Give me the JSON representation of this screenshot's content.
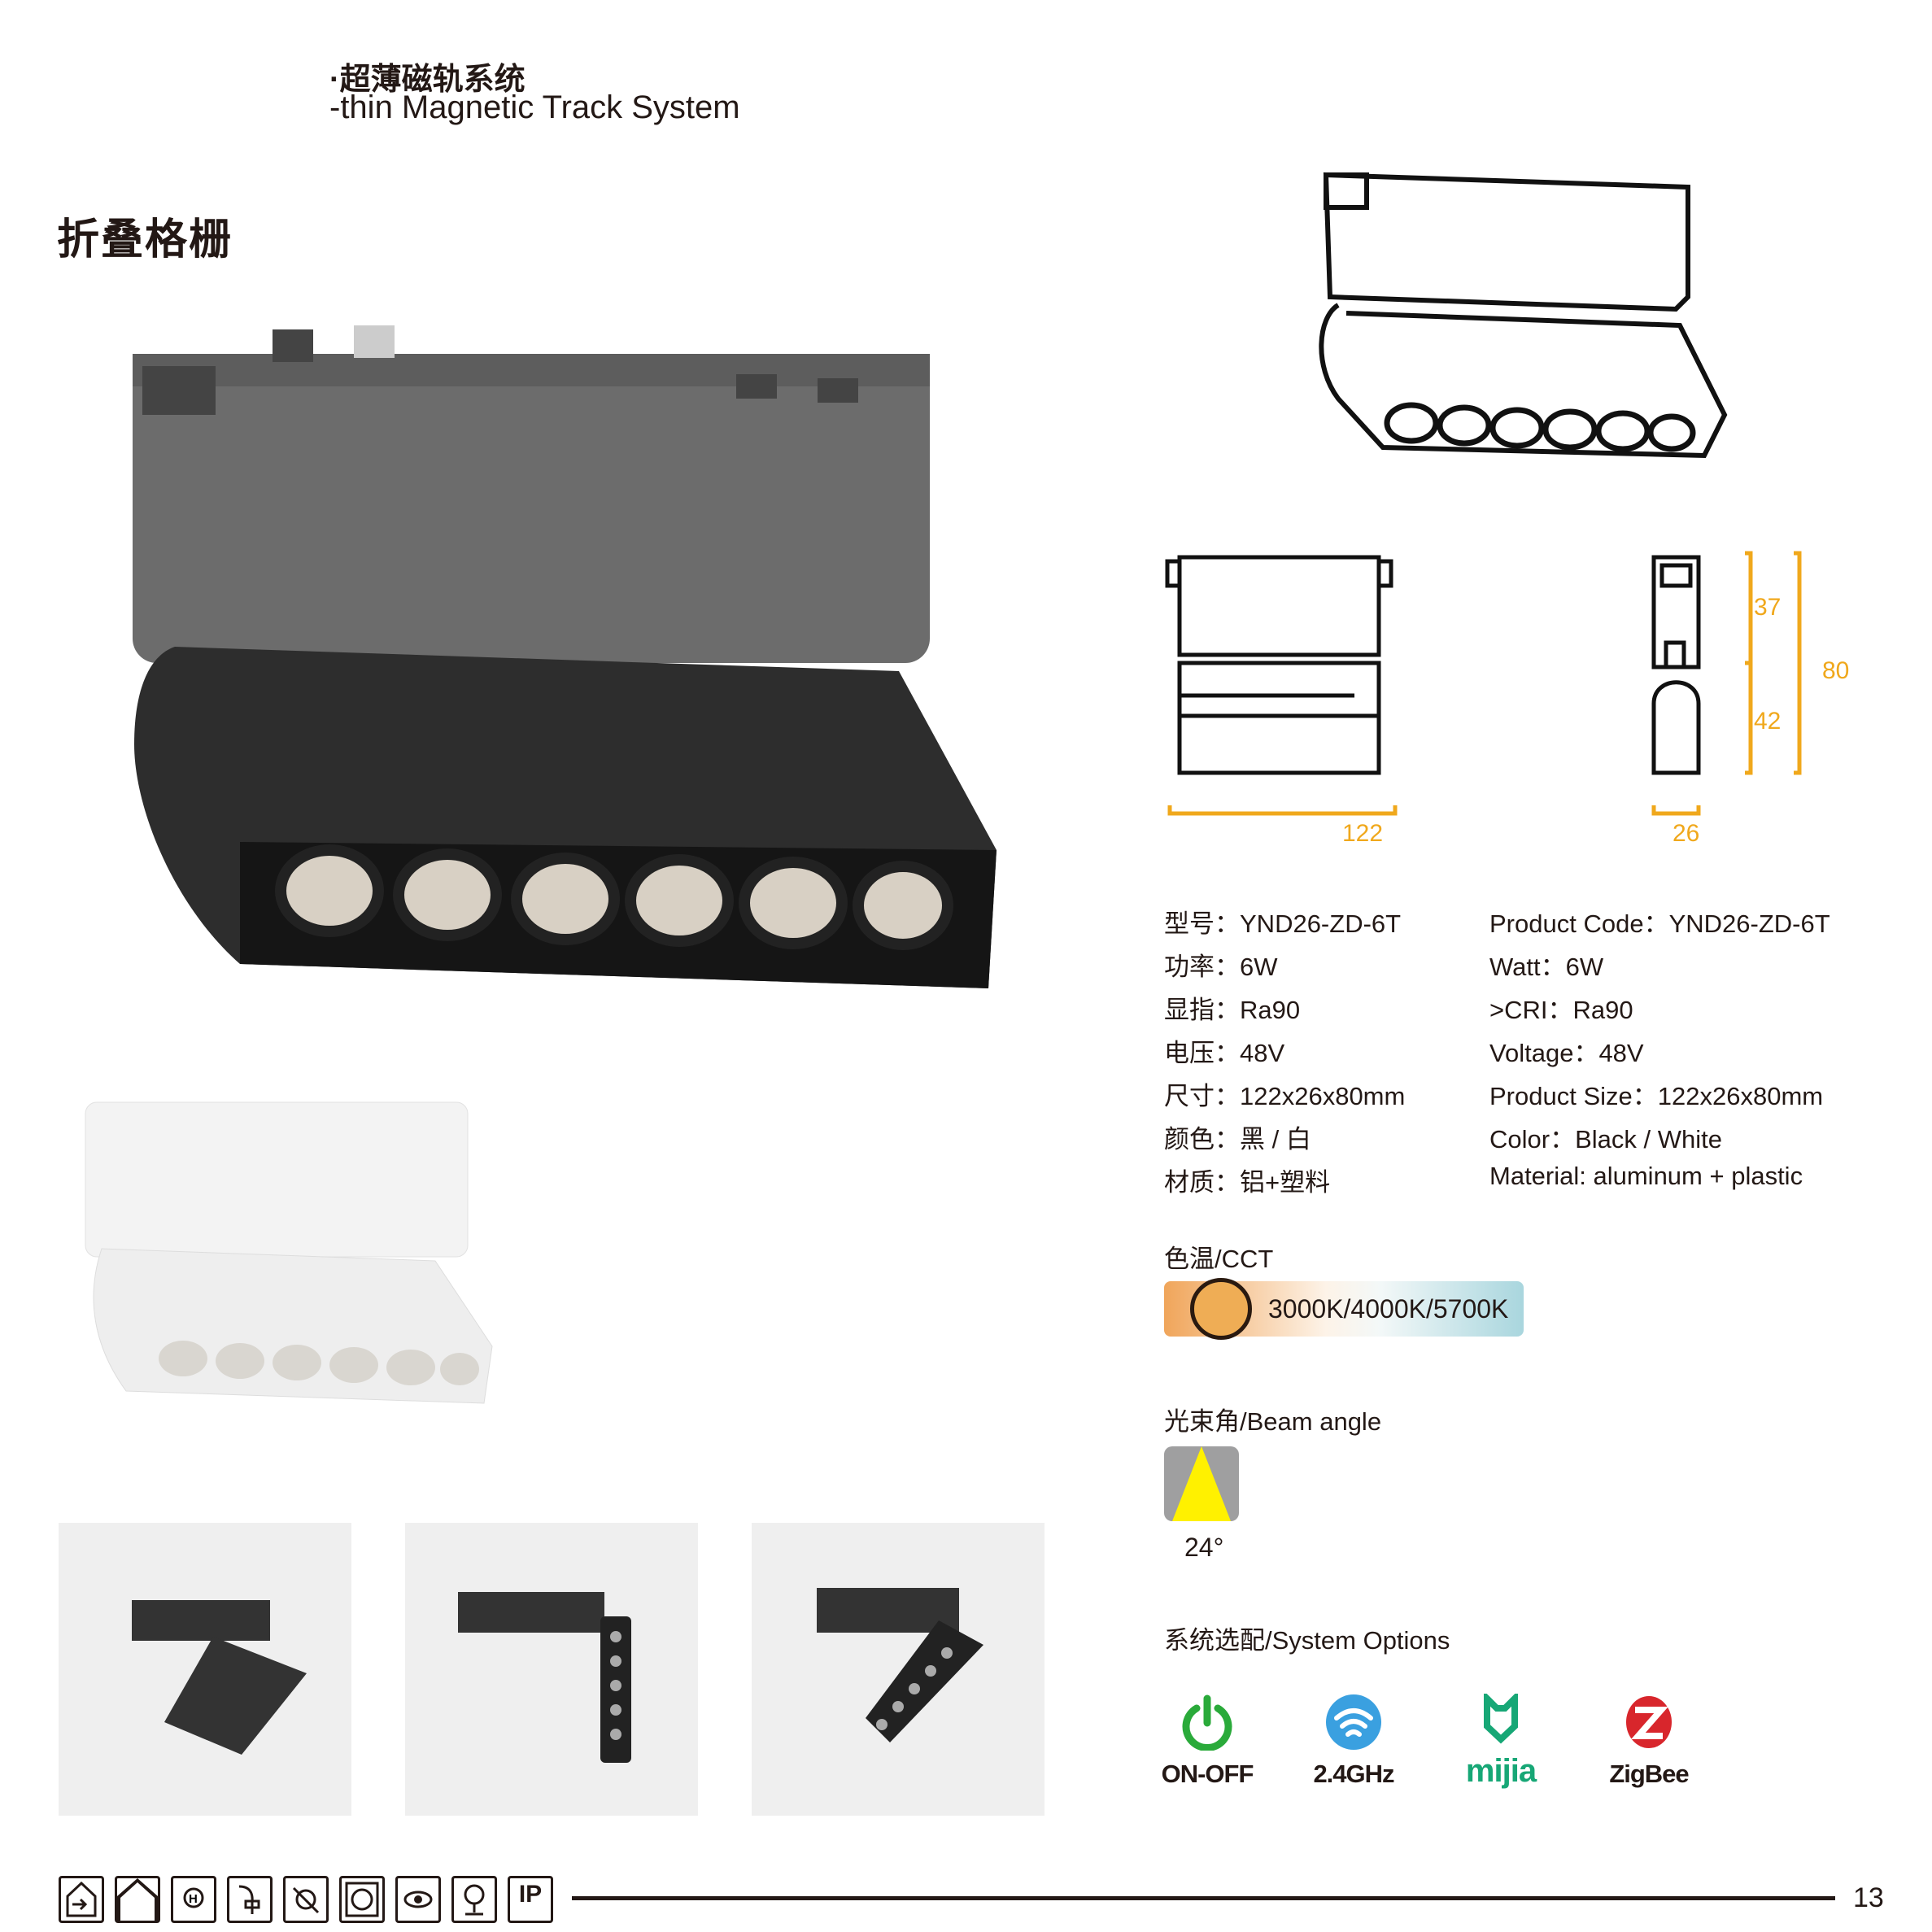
{
  "header": {
    "series_cn": "·超薄磁轨系统",
    "series_en": "-thin Magnetic Track System"
  },
  "page_title": "折叠格栅",
  "dimensions": {
    "length": "122",
    "width": "26",
    "height": "80",
    "upper": "37",
    "lower": "42"
  },
  "specs_cn": [
    {
      "label": "型号：",
      "value": "YND26-ZD-6T"
    },
    {
      "label": "功率：",
      "value": "6W"
    },
    {
      "label": "显指：",
      "value": "Ra90"
    },
    {
      "label": "电压：",
      "value": "48V"
    },
    {
      "label": "尺寸：",
      "value": "122x26x80mm"
    },
    {
      "label": "颜色：",
      "value": "黑 / 白"
    },
    {
      "label": "材质：",
      "value": "铝+塑料"
    }
  ],
  "specs_en": [
    {
      "label": "Product Code：",
      "value": "YND26-ZD-6T"
    },
    {
      "label": "Watt：",
      "value": "6W"
    },
    {
      "label": ">CRI：",
      "value": "Ra90"
    },
    {
      "label": "Voltage：",
      "value": "48V"
    },
    {
      "label": "Product Size：",
      "value": "122x26x80mm"
    },
    {
      "label": "Color：",
      "value": "Black / White"
    },
    {
      "label": "Material: ",
      "value": "aluminum + plastic"
    }
  ],
  "cct": {
    "label": "色温/CCT",
    "value": "3000K/4000K/5700K"
  },
  "beam": {
    "label": "光束角/Beam angle",
    "value": "24°"
  },
  "system_options": {
    "label": "系统选配/System Options",
    "items": [
      {
        "label": "ON-OFF",
        "icon": "power-icon",
        "color": "#2aaa3a"
      },
      {
        "label": "2.4GHz",
        "icon": "wifi-icon",
        "color": "#3aa0e0"
      },
      {
        "label": "mijia",
        "icon": "mijia-icon",
        "color": "#17a776"
      },
      {
        "label": "ZigBee",
        "icon": "zigbee-icon",
        "color": "#d8262c"
      }
    ]
  },
  "footer": {
    "page_number": "13",
    "ip_label": "IP"
  },
  "colors": {
    "dimension": "#f0a81c",
    "product": "#3a3a3a"
  }
}
